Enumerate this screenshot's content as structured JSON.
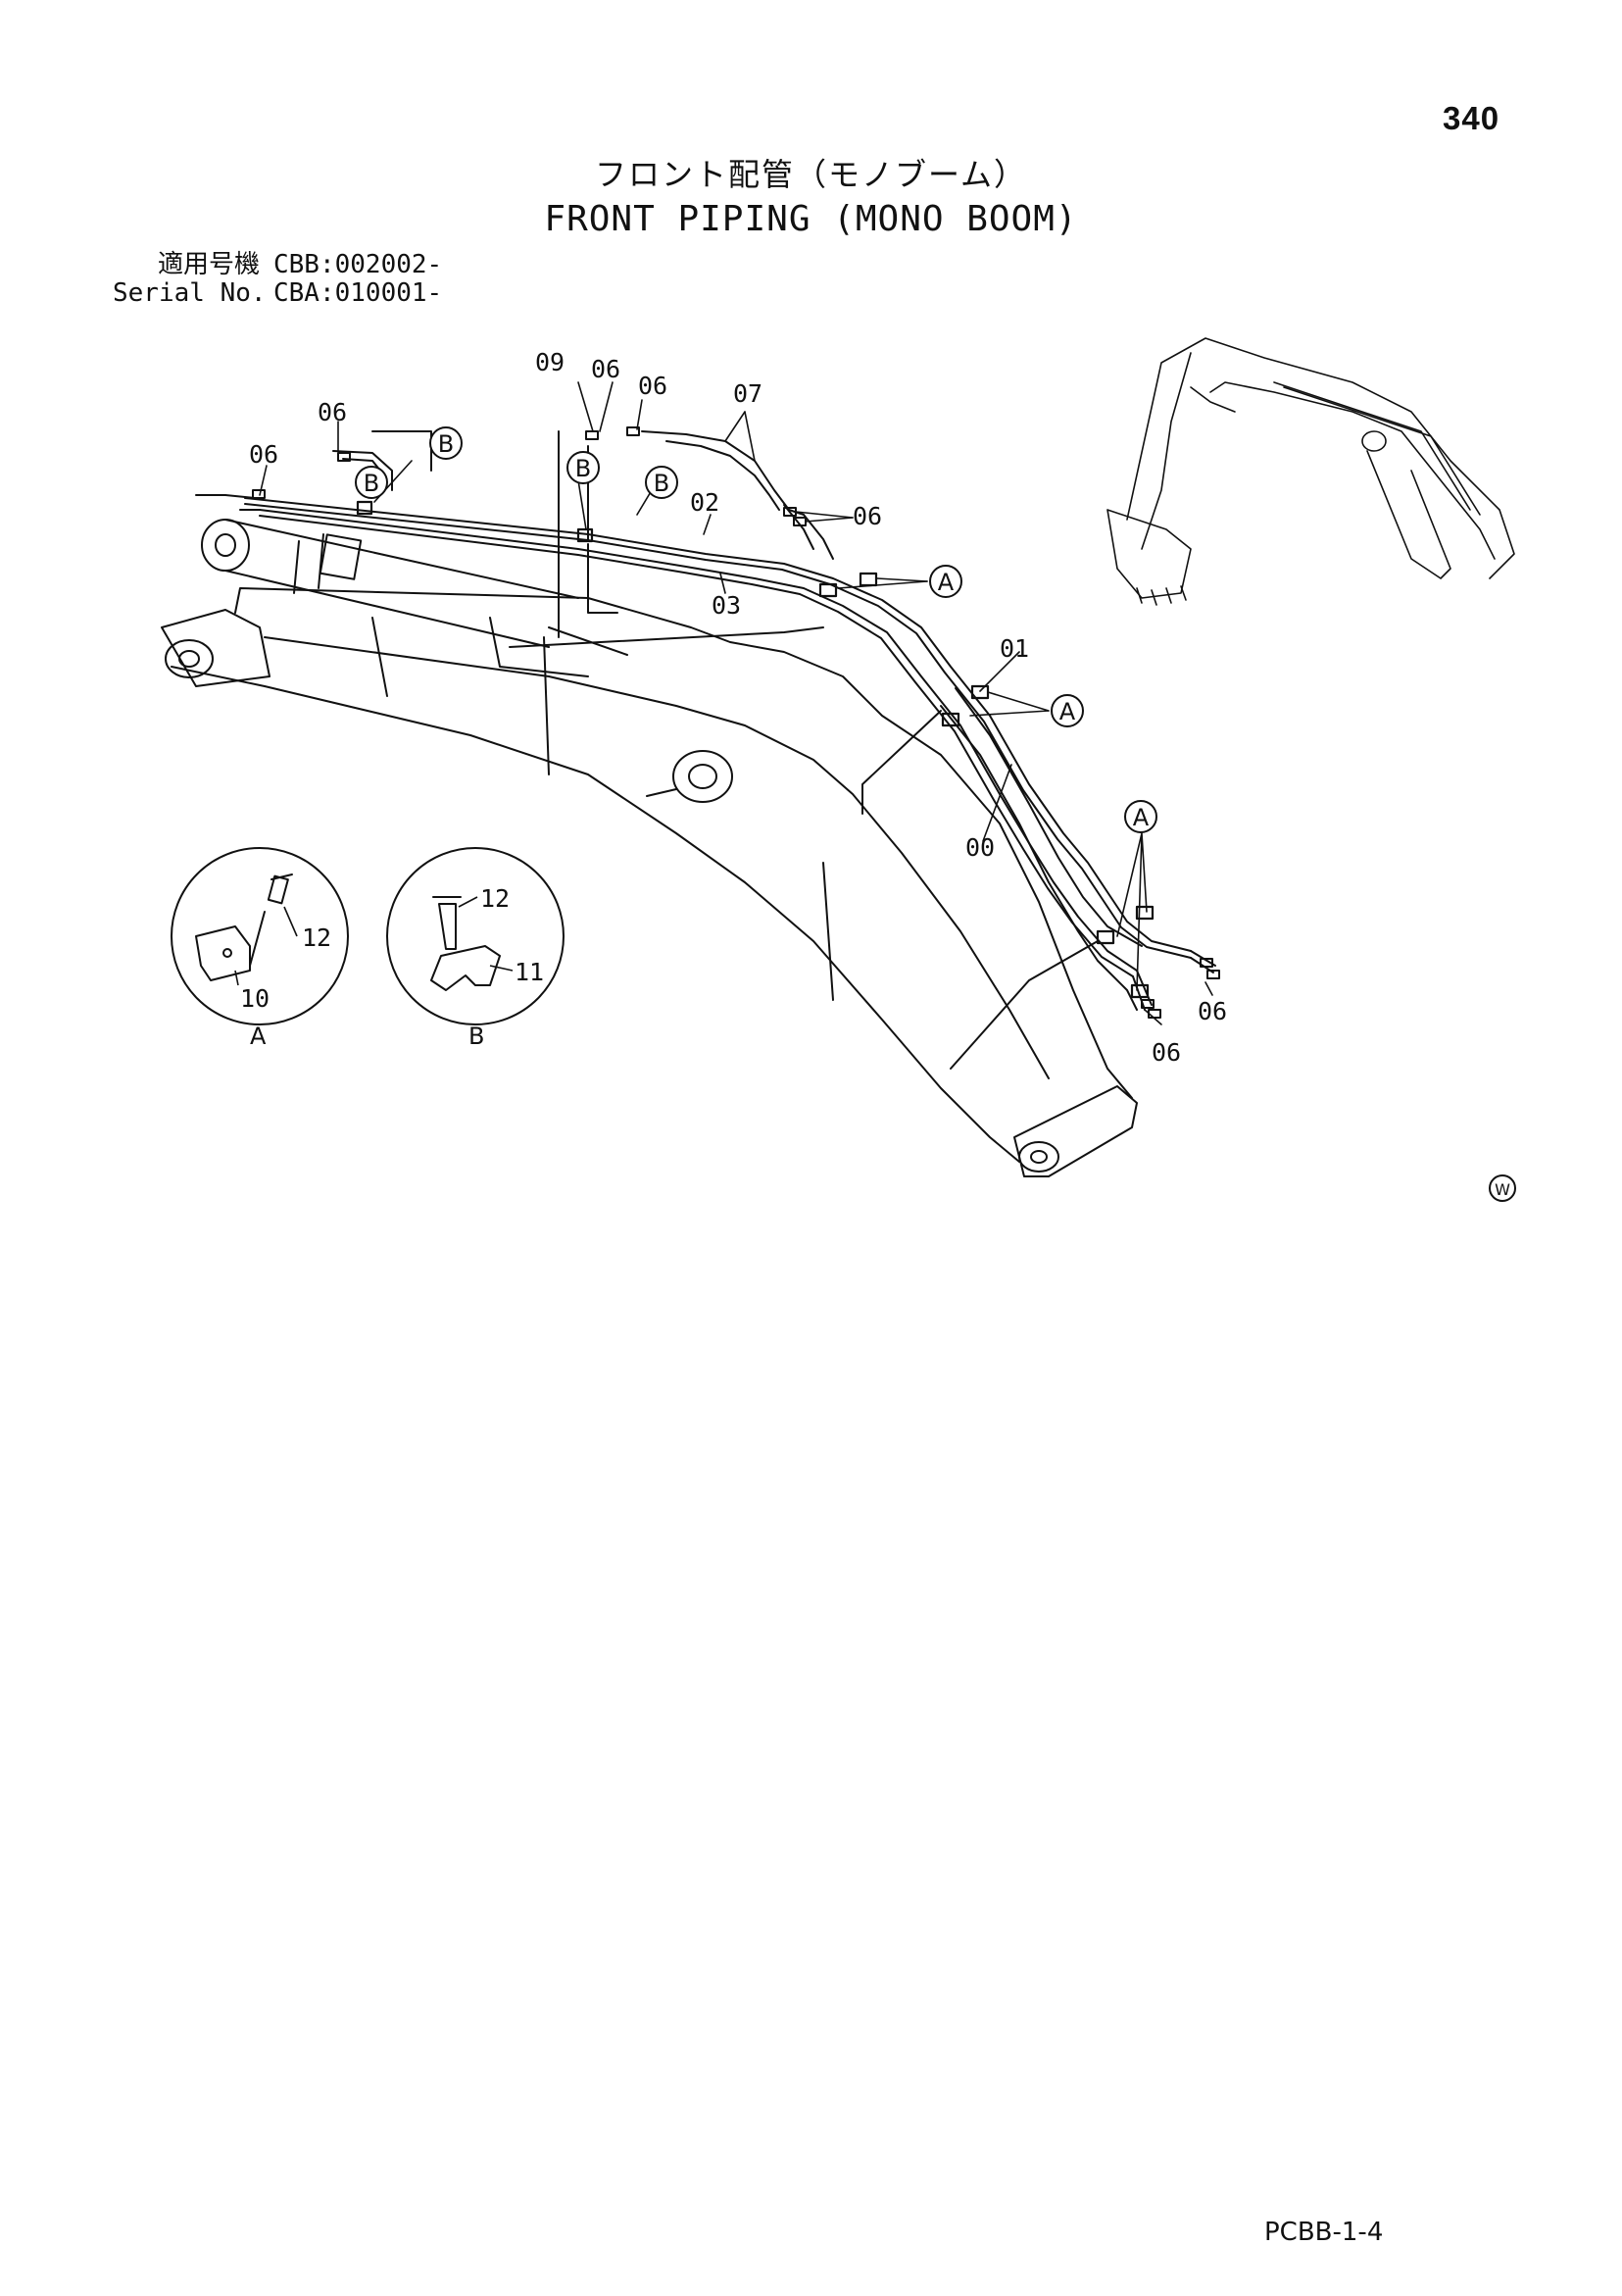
{
  "page_number": "340",
  "title_jp": "フロント配管（モノブーム）",
  "title_en": "FRONT PIPING (MONO BOOM)",
  "serial": {
    "jp_label": "適用号機",
    "jp_value": "CBB:002002-",
    "en_label": "Serial No.",
    "en_value": "CBA:010001-"
  },
  "callouts": {
    "c00": "00",
    "c01": "01",
    "c02": "02",
    "c03": "03",
    "c06": "06",
    "c07": "07",
    "c09": "09",
    "c10": "10",
    "c11": "11",
    "c12": "12"
  },
  "detail_letters": {
    "a": "A",
    "b": "B"
  },
  "watermark_symbol": "W",
  "footer_code": "PCBB-1-4"
}
